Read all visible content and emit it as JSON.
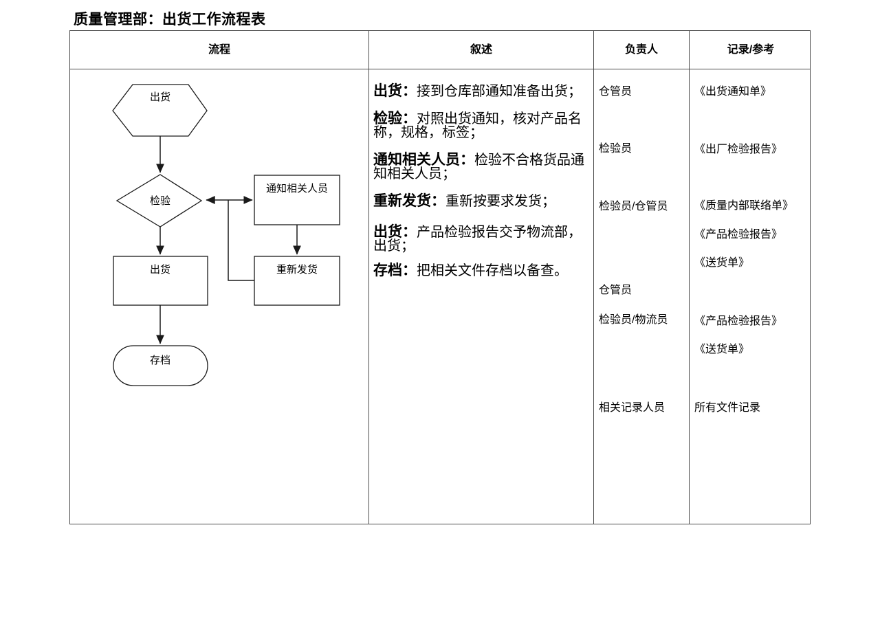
{
  "page": {
    "title": "质量管理部：出货工作流程表"
  },
  "colors": {
    "table_border": "#4a4a4a",
    "flow_line": "#1a1a1a",
    "text": "#000000"
  },
  "table": {
    "headers": {
      "process": "流程",
      "description": "叙述",
      "responsible": "负责人",
      "records": "记录/参考"
    }
  },
  "flowchart": {
    "start": "出货",
    "inspect": "检验",
    "notify": "通知相关人员",
    "reship": "重新发货",
    "ship": "出货",
    "archive": "存档"
  },
  "narrative": [
    {
      "label": "出货：",
      "text": "接到仓库部通知准备出货；"
    },
    {
      "label": "检验：",
      "text": "对照出货通知，核对产品名称，规格，标签；"
    },
    {
      "label": "通知相关人员：",
      "text": "检验不合格货品通知相关人员；"
    },
    {
      "label": "重新发货：",
      "text": "重新按要求发货；"
    },
    {
      "label": "出货：",
      "text": "产品检验报告交予物流部，出货；"
    },
    {
      "label": "存档：",
      "text": "把相关文件存档以备查。"
    }
  ],
  "responsible": [
    "仓管员",
    "检验员",
    "检验员/仓管员",
    "仓管员",
    "检验员/物流员",
    "相关记录人员"
  ],
  "records": [
    "《出货通知单》",
    "《出厂检验报告》",
    "《质量内部联络单》",
    "《产品检验报告》",
    "《送货单》",
    "《产品检验报告》",
    "《送货单》",
    "所有文件记录"
  ]
}
